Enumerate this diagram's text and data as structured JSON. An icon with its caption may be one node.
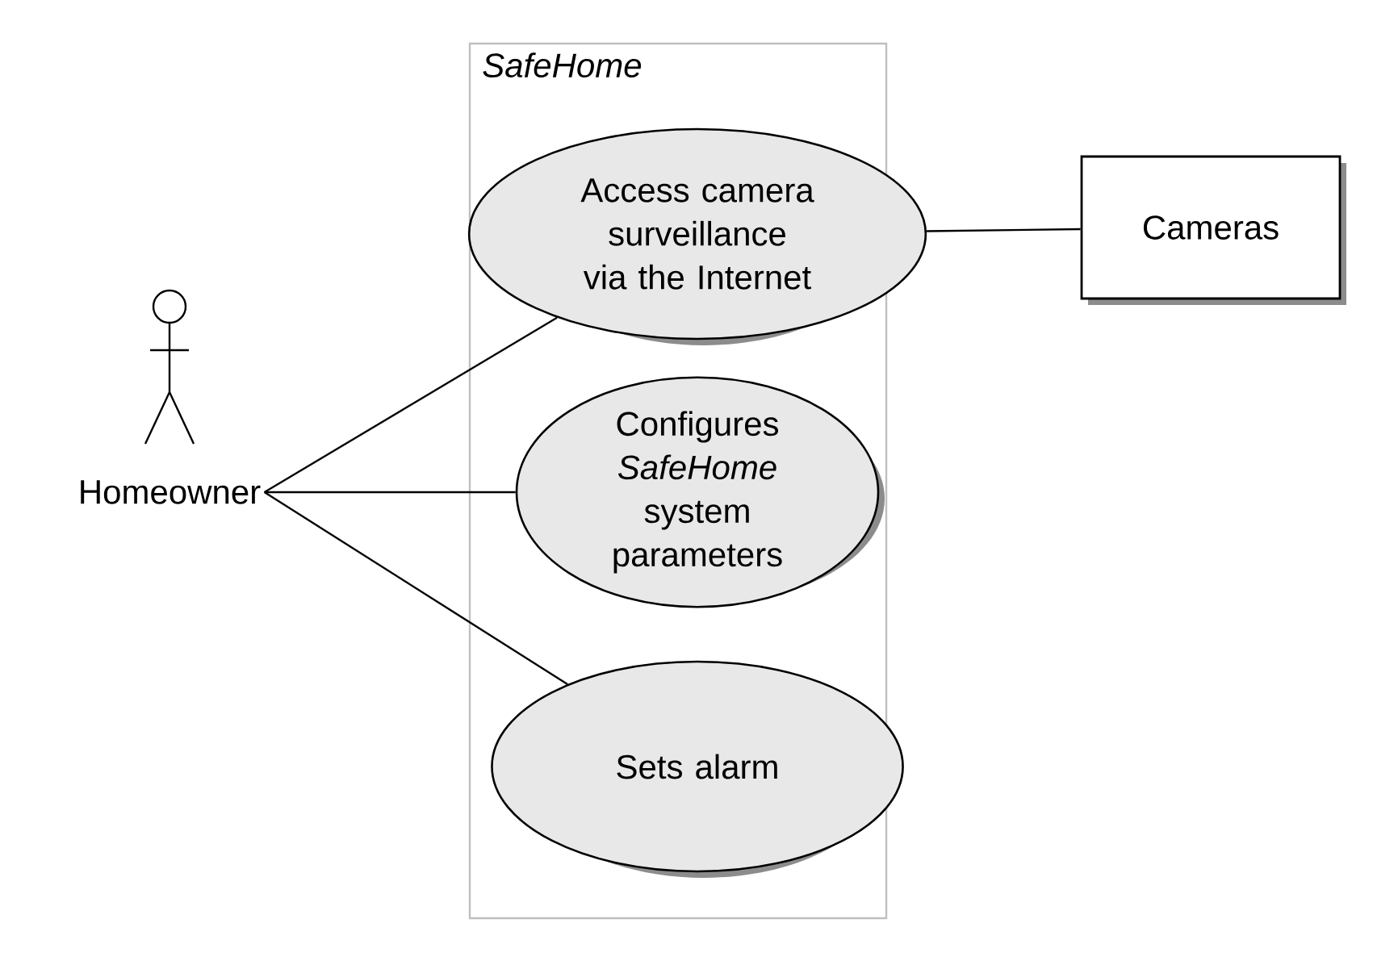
{
  "diagram": {
    "nodes": [
      {
        "text": [
          "SafeHome"
        ]
      },
      {
        "text": [
          "Access camera surveillance via the Internet"
        ],
        "in": 0
      },
      {
        "text": [
          "Configures *SafeHome* system parameters"
        ],
        "in": 0
      },
      {
        "text": [
          "Sets alarm"
        ],
        "in": 0
      },
      {
        "text": [
          "Homeowner"
        ]
      },
      {
        "text": [
          "Cameras"
        ]
      }
    ],
    "edges": [
      {
        "from": 4,
        "to": 1,
        "arrow": "none"
      },
      {
        "from": 4,
        "to": 2,
        "arrow": "none"
      },
      {
        "from": 4,
        "to": 3,
        "arrow": "none"
      },
      {
        "from": 1,
        "to": 5,
        "arrow": "none"
      }
    ]
  }
}
